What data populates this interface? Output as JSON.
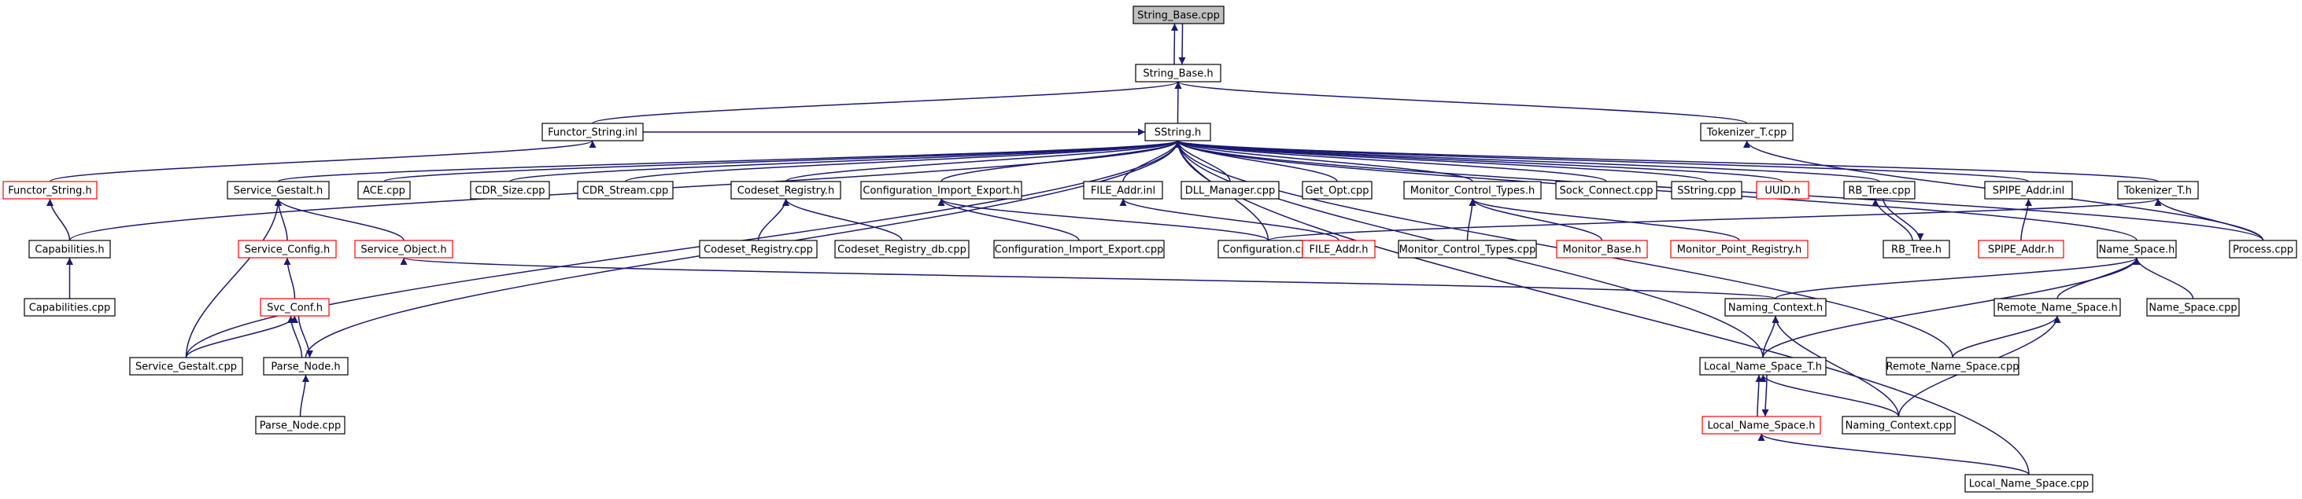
{
  "colors": {
    "edge": "#191970",
    "arrowhead": "#191970",
    "root_fill": "#c0c0c0",
    "red_border": "#ff0000",
    "black_border": "#000000"
  },
  "nodes": [
    {
      "id": "String_Base_cpp",
      "label": "String_Base.cpp",
      "style": "root"
    },
    {
      "id": "String_Base_h",
      "label": "String_Base.h",
      "style": "normal"
    },
    {
      "id": "Functor_String_inl",
      "label": "Functor_String.inl",
      "style": "normal"
    },
    {
      "id": "SString_h",
      "label": "SString.h",
      "style": "normal"
    },
    {
      "id": "Tokenizer_T_cpp",
      "label": "Tokenizer_T.cpp",
      "style": "normal"
    },
    {
      "id": "Functor_String_h",
      "label": "Functor_String.h",
      "style": "red"
    },
    {
      "id": "Service_Gestalt_h",
      "label": "Service_Gestalt.h",
      "style": "normal"
    },
    {
      "id": "ACE_cpp",
      "label": "ACE.cpp",
      "style": "normal"
    },
    {
      "id": "CDR_Size_cpp",
      "label": "CDR_Size.cpp",
      "style": "normal"
    },
    {
      "id": "CDR_Stream_cpp",
      "label": "CDR_Stream.cpp",
      "style": "normal"
    },
    {
      "id": "Codeset_Registry_h",
      "label": "Codeset_Registry.h",
      "style": "normal"
    },
    {
      "id": "Configuration_Import_Export_h",
      "label": "Configuration_Import_Export.h",
      "style": "normal"
    },
    {
      "id": "FILE_Addr_inl",
      "label": "FILE_Addr.inl",
      "style": "normal"
    },
    {
      "id": "DLL_Manager_cpp",
      "label": "DLL_Manager.cpp",
      "style": "normal"
    },
    {
      "id": "Get_Opt_cpp",
      "label": "Get_Opt.cpp",
      "style": "normal"
    },
    {
      "id": "Monitor_Control_Types_h",
      "label": "Monitor_Control_Types.h",
      "style": "normal"
    },
    {
      "id": "Sock_Connect_cpp",
      "label": "Sock_Connect.cpp",
      "style": "normal"
    },
    {
      "id": "SString_cpp",
      "label": "SString.cpp",
      "style": "normal"
    },
    {
      "id": "UUID_h",
      "label": "UUID.h",
      "style": "red"
    },
    {
      "id": "RB_Tree_cpp",
      "label": "RB_Tree.cpp",
      "style": "normal"
    },
    {
      "id": "SPIPE_Addr_inl",
      "label": "SPIPE_Addr.inl",
      "style": "normal"
    },
    {
      "id": "Tokenizer_T_h",
      "label": "Tokenizer_T.h",
      "style": "normal"
    },
    {
      "id": "Capabilities_h",
      "label": "Capabilities.h",
      "style": "normal"
    },
    {
      "id": "Service_Config_h",
      "label": "Service_Config.h",
      "style": "red"
    },
    {
      "id": "Service_Object_h",
      "label": "Service_Object.h",
      "style": "red"
    },
    {
      "id": "Codeset_Registry_cpp",
      "label": "Codeset_Registry.cpp",
      "style": "normal"
    },
    {
      "id": "Codeset_Registry_db_cpp",
      "label": "Codeset_Registry_db.cpp",
      "style": "normal"
    },
    {
      "id": "Configuration_Import_Export_cpp",
      "label": "Configuration_Import_Export.cpp",
      "style": "normal"
    },
    {
      "id": "Configuration_cpp",
      "label": "Configuration.cpp",
      "style": "normal"
    },
    {
      "id": "FILE_Addr_h",
      "label": "FILE_Addr.h",
      "style": "red"
    },
    {
      "id": "Monitor_Control_Types_cpp",
      "label": "Monitor_Control_Types.cpp",
      "style": "normal"
    },
    {
      "id": "Monitor_Base_h",
      "label": "Monitor_Base.h",
      "style": "red"
    },
    {
      "id": "Monitor_Point_Registry_h",
      "label": "Monitor_Point_Registry.h",
      "style": "red"
    },
    {
      "id": "RB_Tree_h",
      "label": "RB_Tree.h",
      "style": "normal"
    },
    {
      "id": "SPIPE_Addr_h",
      "label": "SPIPE_Addr.h",
      "style": "red"
    },
    {
      "id": "Name_Space_h",
      "label": "Name_Space.h",
      "style": "normal"
    },
    {
      "id": "Process_cpp",
      "label": "Process.cpp",
      "style": "normal"
    },
    {
      "id": "Capabilities_cpp",
      "label": "Capabilities.cpp",
      "style": "normal"
    },
    {
      "id": "Svc_Conf_h",
      "label": "Svc_Conf.h",
      "style": "red"
    },
    {
      "id": "Naming_Context_h",
      "label": "Naming_Context.h",
      "style": "normal"
    },
    {
      "id": "Remote_Name_Space_h",
      "label": "Remote_Name_Space.h",
      "style": "normal"
    },
    {
      "id": "Name_Space_cpp",
      "label": "Name_Space.cpp",
      "style": "normal"
    },
    {
      "id": "Service_Gestalt_cpp",
      "label": "Service_Gestalt.cpp",
      "style": "normal"
    },
    {
      "id": "Parse_Node_h",
      "label": "Parse_Node.h",
      "style": "normal"
    },
    {
      "id": "Local_Name_Space_T_h",
      "label": "Local_Name_Space_T.h",
      "style": "normal"
    },
    {
      "id": "Remote_Name_Space_cpp",
      "label": "Remote_Name_Space.cpp",
      "style": "normal"
    },
    {
      "id": "Parse_Node_cpp",
      "label": "Parse_Node.cpp",
      "style": "normal"
    },
    {
      "id": "Local_Name_Space_h",
      "label": "Local_Name_Space.h",
      "style": "red"
    },
    {
      "id": "Naming_Context_cpp",
      "label": "Naming_Context.cpp",
      "style": "normal"
    },
    {
      "id": "Local_Name_Space_cpp",
      "label": "Local_Name_Space.cpp",
      "style": "normal"
    }
  ],
  "edges": [
    [
      "String_Base_h",
      "String_Base_cpp"
    ],
    [
      "String_Base_cpp",
      "String_Base_h"
    ],
    [
      "SString_h",
      "String_Base_h"
    ],
    [
      "Functor_String_inl",
      "String_Base_h"
    ],
    [
      "Tokenizer_T_cpp",
      "String_Base_h"
    ],
    [
      "Functor_String_h",
      "Functor_String_inl"
    ],
    [
      "Process_cpp",
      "Tokenizer_T_cpp"
    ],
    [
      "Functor_String_inl",
      "SString_h"
    ],
    [
      "Capabilities_h",
      "SString_h"
    ],
    [
      "Service_Gestalt_h",
      "SString_h"
    ],
    [
      "ACE_cpp",
      "SString_h"
    ],
    [
      "CDR_Size_cpp",
      "SString_h"
    ],
    [
      "CDR_Stream_cpp",
      "SString_h"
    ],
    [
      "Codeset_Registry_h",
      "SString_h"
    ],
    [
      "Configuration_Import_Export_h",
      "SString_h"
    ],
    [
      "FILE_Addr_inl",
      "SString_h"
    ],
    [
      "DLL_Manager_cpp",
      "SString_h"
    ],
    [
      "Get_Opt_cpp",
      "SString_h"
    ],
    [
      "Monitor_Control_Types_h",
      "SString_h"
    ],
    [
      "Sock_Connect_cpp",
      "SString_h"
    ],
    [
      "SString_cpp",
      "SString_h"
    ],
    [
      "UUID_h",
      "SString_h"
    ],
    [
      "RB_Tree_cpp",
      "SString_h"
    ],
    [
      "SPIPE_Addr_inl",
      "SString_h"
    ],
    [
      "Tokenizer_T_h",
      "SString_h"
    ],
    [
      "Name_Space_h",
      "SString_h"
    ],
    [
      "Process_cpp",
      "SString_h"
    ],
    [
      "Configuration_cpp",
      "SString_h"
    ],
    [
      "Service_Gestalt_cpp",
      "SString_h"
    ],
    [
      "Parse_Node_h",
      "SString_h"
    ],
    [
      "Local_Name_Space_T_h",
      "SString_h"
    ],
    [
      "Remote_Name_Space_cpp",
      "SString_h"
    ],
    [
      "Local_Name_Space_cpp",
      "SString_h"
    ],
    [
      "Capabilities_h",
      "Functor_String_h"
    ],
    [
      "Capabilities_cpp",
      "Capabilities_h"
    ],
    [
      "Service_Config_h",
      "Service_Gestalt_h"
    ],
    [
      "Service_Object_h",
      "Service_Gestalt_h"
    ],
    [
      "Service_Gestalt_cpp",
      "Service_Gestalt_h"
    ],
    [
      "Svc_Conf_h",
      "Service_Config_h"
    ],
    [
      "Service_Gestalt_cpp",
      "Svc_Conf_h"
    ],
    [
      "Parse_Node_h",
      "Svc_Conf_h"
    ],
    [
      "Svc_Conf_h",
      "Parse_Node_h"
    ],
    [
      "Parse_Node_cpp",
      "Parse_Node_h"
    ],
    [
      "Naming_Context_h",
      "Service_Object_h"
    ],
    [
      "Codeset_Registry_cpp",
      "Codeset_Registry_h"
    ],
    [
      "Codeset_Registry_db_cpp",
      "Codeset_Registry_h"
    ],
    [
      "Configuration_Import_Export_cpp",
      "Configuration_Import_Export_h"
    ],
    [
      "Configuration_cpp",
      "Configuration_Import_Export_h"
    ],
    [
      "FILE_Addr_h",
      "FILE_Addr_inl"
    ],
    [
      "Monitor_Control_Types_cpp",
      "Monitor_Control_Types_h"
    ],
    [
      "Monitor_Base_h",
      "Monitor_Control_Types_h"
    ],
    [
      "Monitor_Point_Registry_h",
      "Monitor_Control_Types_h"
    ],
    [
      "RB_Tree_h",
      "RB_Tree_cpp"
    ],
    [
      "RB_Tree_cpp",
      "RB_Tree_h"
    ],
    [
      "SPIPE_Addr_h",
      "SPIPE_Addr_inl"
    ],
    [
      "Configuration_cpp",
      "Tokenizer_T_h"
    ],
    [
      "Process_cpp",
      "Tokenizer_T_h"
    ],
    [
      "Naming_Context_h",
      "Name_Space_h"
    ],
    [
      "Remote_Name_Space_h",
      "Name_Space_h"
    ],
    [
      "Name_Space_cpp",
      "Name_Space_h"
    ],
    [
      "Local_Name_Space_T_h",
      "Name_Space_h"
    ],
    [
      "Local_Name_Space_T_h",
      "Naming_Context_h"
    ],
    [
      "Naming_Context_cpp",
      "Naming_Context_h"
    ],
    [
      "Remote_Name_Space_cpp",
      "Remote_Name_Space_h"
    ],
    [
      "Naming_Context_cpp",
      "Remote_Name_Space_h"
    ],
    [
      "Local_Name_Space_h",
      "Local_Name_Space_T_h"
    ],
    [
      "Local_Name_Space_T_h",
      "Local_Name_Space_h"
    ],
    [
      "Naming_Context_cpp",
      "Local_Name_Space_T_h"
    ],
    [
      "Local_Name_Space_cpp",
      "Local_Name_Space_h"
    ]
  ]
}
